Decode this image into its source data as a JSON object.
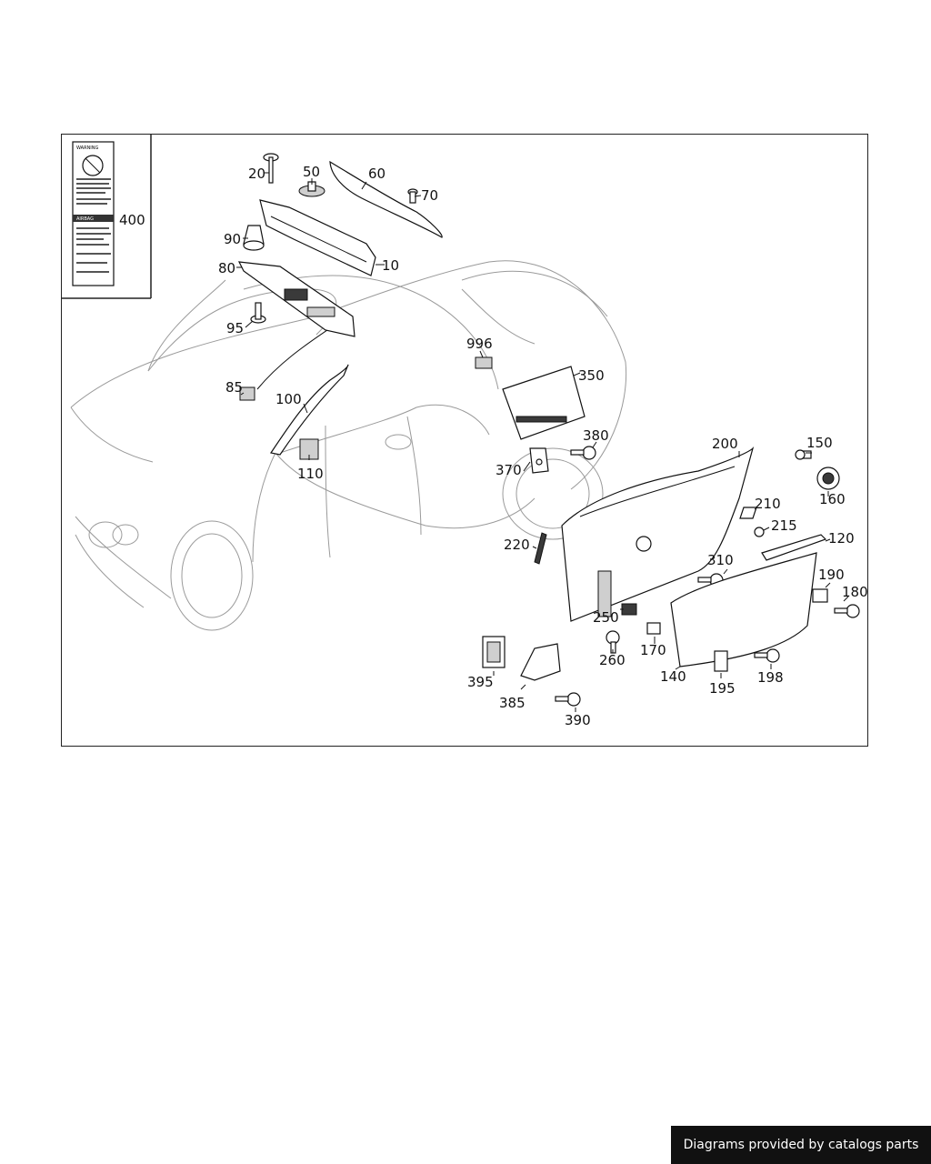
{
  "callouts": [
    "20",
    "50",
    "60",
    "70",
    "400",
    "90",
    "10",
    "80",
    "95",
    "996",
    "350",
    "85",
    "100",
    "380",
    "110",
    "370",
    "200",
    "150",
    "160",
    "210",
    "215",
    "120",
    "220",
    "310",
    "190",
    "180",
    "250",
    "170",
    "260",
    "140",
    "198",
    "195",
    "395",
    "385",
    "390"
  ],
  "warning_label": {
    "header": "WARNING",
    "subheader": "AIRBAG"
  },
  "colors": {
    "frame": "#222222",
    "outline": "#111111",
    "car_lines": "#9a9a9a",
    "badge_bg": "#111111",
    "badge_text": "#ffffff"
  },
  "credit": "Diagrams provided by catalogs parts"
}
